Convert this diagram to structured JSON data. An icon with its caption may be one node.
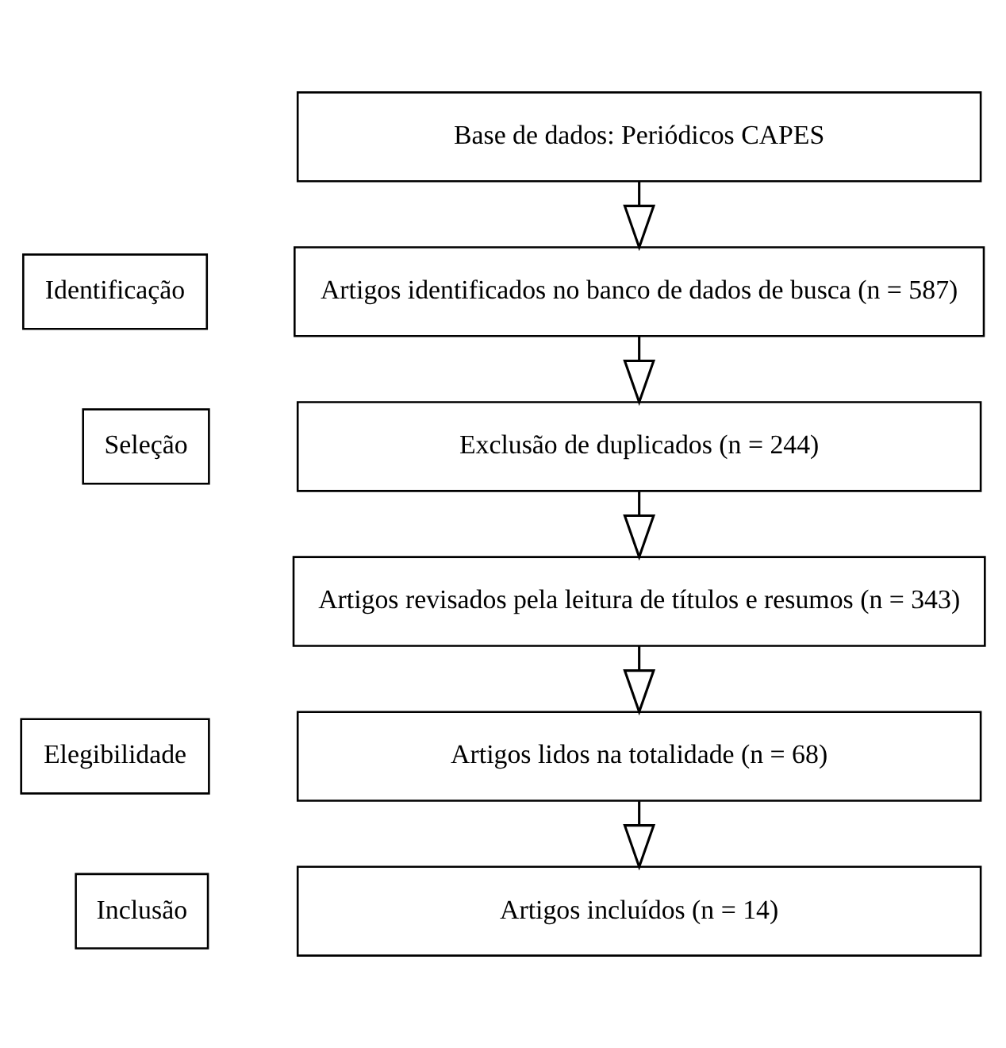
{
  "diagram": {
    "nodes": [
      {
        "text": [
          "Base de dados: Periódicos CAPES"
        ]
      },
      {
        "text": [
          "Identificação"
        ]
      },
      {
        "text": [
          "Artigos identificados no banco de dados de busca (n = 587)"
        ]
      },
      {
        "text": [
          "Seleção"
        ]
      },
      {
        "text": [
          "Exclusão de duplicados (n = 244)"
        ]
      },
      {
        "text": [
          "Artigos revisados pela leitura de títulos e resumos (n = 343)"
        ]
      },
      {
        "text": [
          "Elegibilidade"
        ]
      },
      {
        "text": [
          "Artigos lidos na totalidade (n = 68)"
        ]
      },
      {
        "text": [
          "Inclusão"
        ]
      },
      {
        "text": [
          "Artigos incluídos (n = 14)"
        ]
      }
    ],
    "edges": [
      {
        "from": 0,
        "to": 2,
        "arrow": "to"
      },
      {
        "from": 2,
        "to": 4,
        "arrow": "to"
      },
      {
        "from": 4,
        "to": 5,
        "arrow": "to"
      },
      {
        "from": 5,
        "to": 7,
        "arrow": "to"
      },
      {
        "from": 7,
        "to": 9,
        "arrow": "to"
      }
    ]
  }
}
